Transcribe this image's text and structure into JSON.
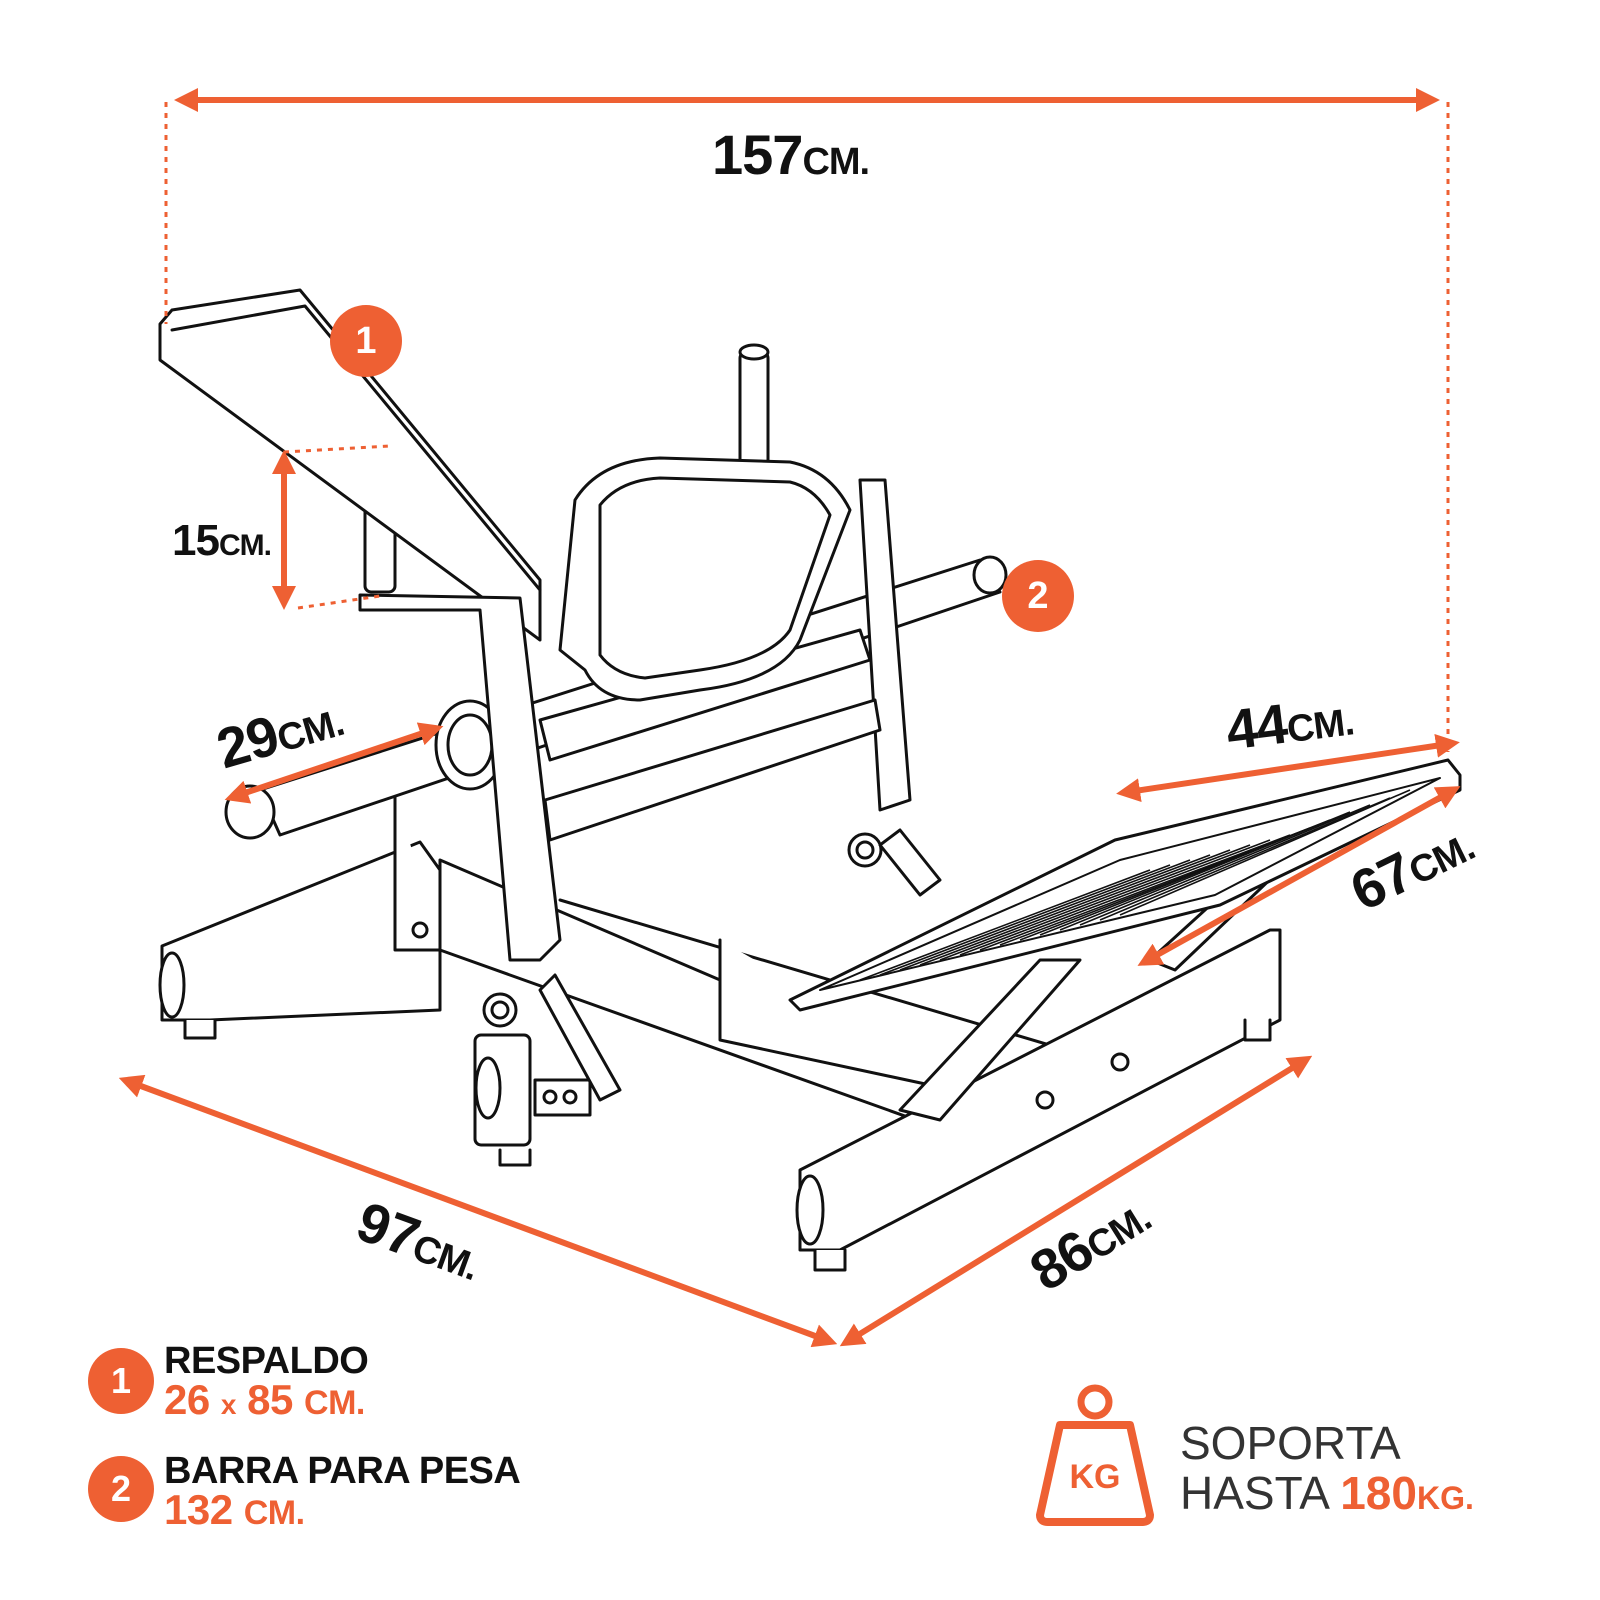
{
  "dimensions": {
    "width_top": {
      "value": "157",
      "unit": "CM."
    },
    "height_backrest": {
      "value": "15",
      "unit": "CM."
    },
    "bar_length": {
      "value": "29",
      "unit": "CM."
    },
    "platform_width": {
      "value": "44",
      "unit": "CM."
    },
    "platform_length": {
      "value": "67",
      "unit": "CM."
    },
    "base_depth": {
      "value": "97",
      "unit": "CM."
    },
    "base_width": {
      "value": "86",
      "unit": "CM."
    }
  },
  "markers": [
    {
      "number": "1"
    },
    {
      "number": "2"
    }
  ],
  "legend": [
    {
      "number": "1",
      "title": "RESPALDO",
      "value_a": "26",
      "sep": "x",
      "value_b": "85",
      "unit": "CM."
    },
    {
      "number": "2",
      "title": "BARRA PARA PESA",
      "value": "132",
      "unit": "CM."
    }
  ],
  "capacity": {
    "icon_label": "KG",
    "line1": "SOPORTA",
    "line2_prefix": "HASTA",
    "value": "180",
    "unit": "KG."
  },
  "colors": {
    "accent": "#ee6033",
    "line": "#111111",
    "text_secondary": "#333333"
  }
}
